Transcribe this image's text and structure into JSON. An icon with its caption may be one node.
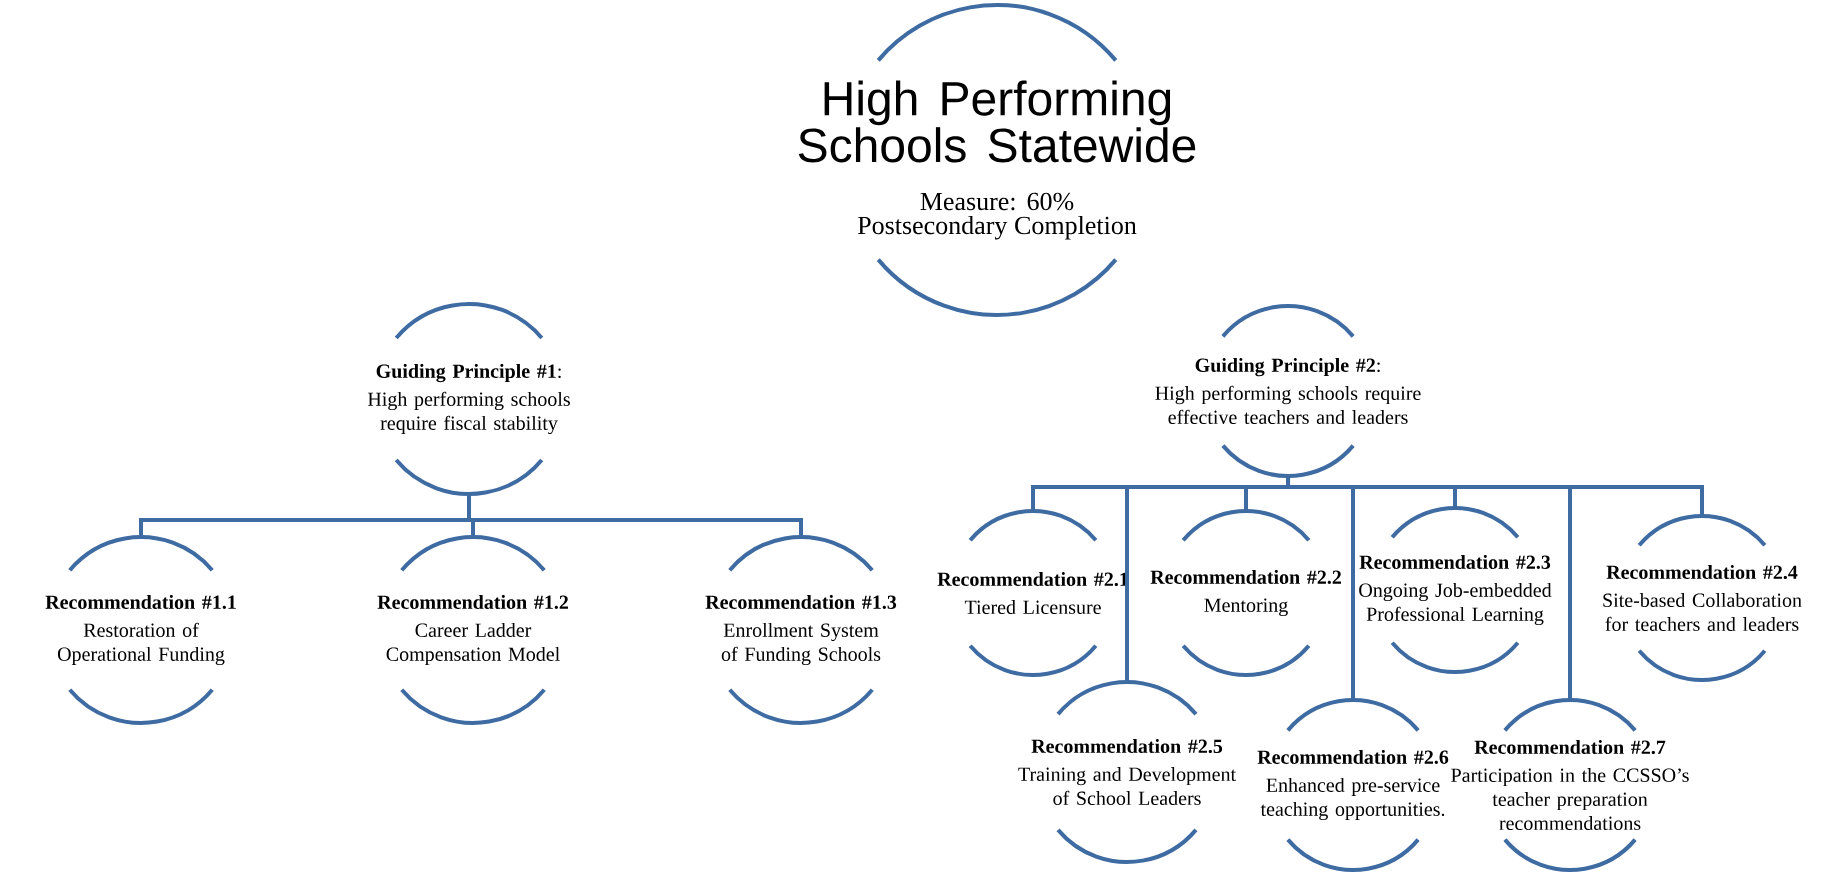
{
  "diagram": {
    "nodes": [
      {
        "text": [
          "High Performing Schools Statewide",
          "Measure: 60% Postsecondary Completion"
        ]
      },
      {
        "text": [
          "**Guiding Principle #1**:",
          "High performing schools require fiscal stability"
        ]
      },
      {
        "text": [
          "**Guiding Principle #2**:",
          "High performing schools require effective teachers and leaders"
        ]
      },
      {
        "text": [
          "Recommendation #1.1",
          "Restoration of Operational Funding"
        ]
      },
      {
        "text": [
          "Recommendation #1.2",
          "Career Ladder Compensation Model"
        ]
      },
      {
        "text": [
          "Recommendation #1.3",
          "Enrollment System of Funding Schools"
        ]
      },
      {
        "text": [
          "Recommendation #2.1",
          "Tiered Licensure"
        ]
      },
      {
        "text": [
          "Recommendation #2.2",
          "Mentoring"
        ]
      },
      {
        "text": [
          "Recommendation #2.3",
          "Ongoing Job-embedded Professional Learning"
        ]
      },
      {
        "text": [
          "Recommendation #2.4",
          "Site-based Collaboration for teachers and leaders"
        ]
      },
      {
        "text": [
          "Recommendation #2.5",
          "Training and Development of School Leaders"
        ]
      },
      {
        "text": [
          "Recommendation #2.6",
          "Enhanced pre-service teaching opportunities."
        ]
      },
      {
        "text": [
          "Recommendation #2.7",
          "Participation in the CCSSO’s teacher preparation recommendations"
        ]
      }
    ],
    "edges": [
      {
        "from": 1,
        "to": 3,
        "arrow": "none"
      },
      {
        "from": 1,
        "to": 4,
        "arrow": "none"
      },
      {
        "from": 1,
        "to": 5,
        "arrow": "none"
      },
      {
        "from": 2,
        "to": 6,
        "arrow": "none"
      },
      {
        "from": 2,
        "to": 7,
        "arrow": "none"
      },
      {
        "from": 2,
        "to": 8,
        "arrow": "none"
      },
      {
        "from": 2,
        "to": 9,
        "arrow": "none"
      },
      {
        "from": 2,
        "to": 10,
        "arrow": "none"
      },
      {
        "from": 2,
        "to": 11,
        "arrow": "none"
      },
      {
        "from": 2,
        "to": 12,
        "arrow": "none"
      }
    ]
  }
}
